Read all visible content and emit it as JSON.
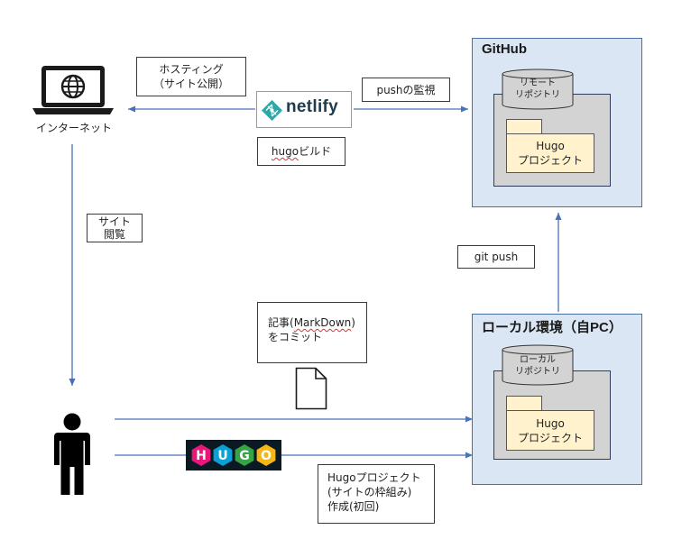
{
  "internet": {
    "label": "インターネット"
  },
  "hosting_box": {
    "line1": "ホスティング",
    "line2": "（サイト公開）"
  },
  "netlify": {
    "logo_text": "netlify"
  },
  "hugo_build_box": {
    "label": "hugoビルド",
    "underlined": "hugo"
  },
  "push_watch_box": {
    "label": "pushの監視"
  },
  "github": {
    "title": "GitHub",
    "repo_label_line1": "リモート",
    "repo_label_line2": "リポジトリ",
    "project_line1": "Hugo",
    "project_line2": "プロジェクト"
  },
  "site_view_box": {
    "line1": "サイト",
    "line2": "閲覧"
  },
  "git_push_box": {
    "label": "git push"
  },
  "commit_box": {
    "line1_prefix": "記事(",
    "line1_underlined": "MarkDown",
    "line1_suffix": ")",
    "line2": "をコミット"
  },
  "local": {
    "title": "ローカル環境（自PC）",
    "repo_label_line1": "ローカル",
    "repo_label_line2": "リポジトリ",
    "project_line1": "Hugo",
    "project_line2": "プロジェクト"
  },
  "hugo_logo": {
    "letters": [
      "H",
      "U",
      "G",
      "O"
    ],
    "colors": [
      "#e6197a",
      "#0aa0d5",
      "#35a346",
      "#f7b618"
    ]
  },
  "create_box": {
    "line1": "Hugoプロジェクト",
    "line2": "(サイトの枠組み)",
    "line3": "作成(初回)"
  },
  "colors": {
    "arrow": "#4a72b8",
    "env_fill": "#dae6f4",
    "repo_fill": "#d3d3d3",
    "project_fill": "#fff2cc",
    "netlify_teal": "#2ea7a6"
  }
}
